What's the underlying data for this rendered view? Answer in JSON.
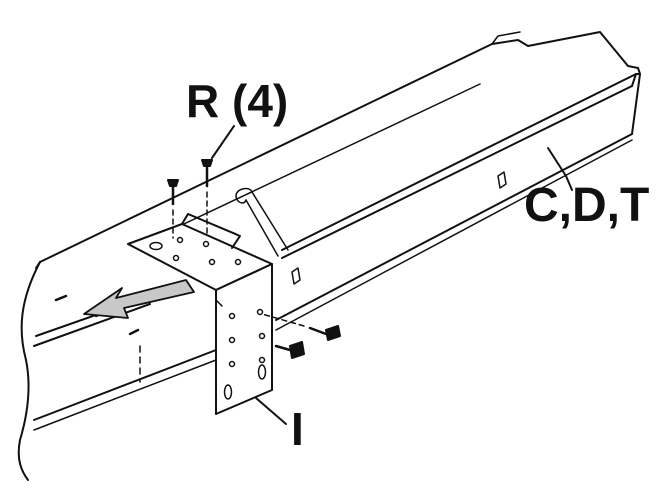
{
  "labels": {
    "screws": "R (4)",
    "rail": "C,D,T",
    "bracket": "I"
  },
  "colors": {
    "ink": "#111111",
    "arrow_fill": "#c8c8c8",
    "background": "#ffffff"
  },
  "icons": {
    "direction_arrow": "arrow-left-down-icon",
    "screw": "wood-screw-icon"
  }
}
